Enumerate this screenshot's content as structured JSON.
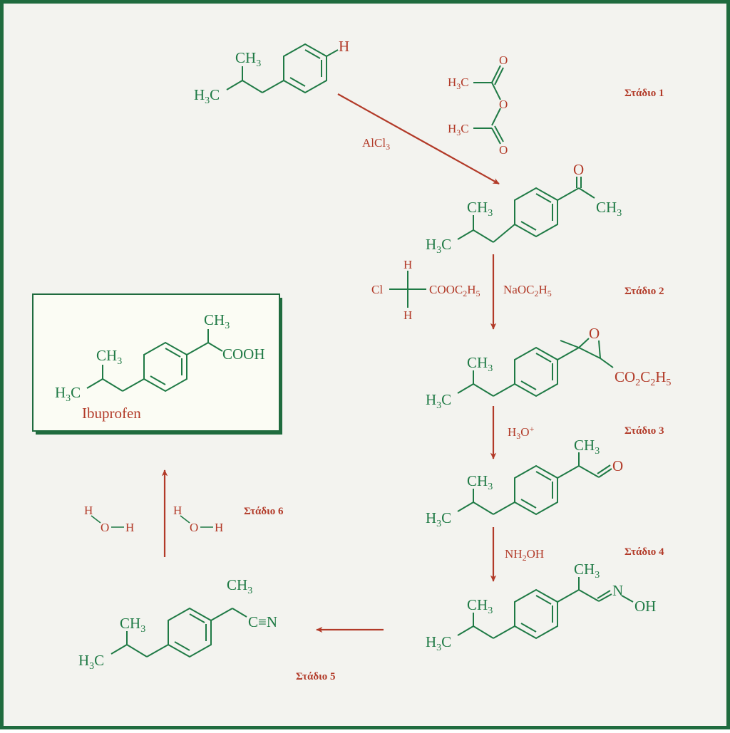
{
  "colors": {
    "frame": "#1f6b3e",
    "molecule": "#1f7a45",
    "reagent": "#b23a28",
    "arrow": "#b23a28",
    "background": "#f3f3ef",
    "box_fill": "#fbfcf4"
  },
  "stages": {
    "s1": "Στάδιο 1",
    "s2": "Στάδιο 2",
    "s3": "Στάδιο 3",
    "s4": "Στάδιο 4",
    "s5": "Στάδιο 5",
    "s6": "Στάδιο 6"
  },
  "reagents": {
    "alcl3": "AlCl",
    "alcl3_sub": "3",
    "anhydride": {
      "o": "O",
      "h": "H",
      "c": "C",
      "sub3": "3"
    },
    "chloroacetate": {
      "cl": "Cl",
      "h": "H",
      "cooc": "COOC",
      "sub2": "2",
      "h5": "H",
      "sub5": "5"
    },
    "naoet": {
      "naoc": "NaOC",
      "sub2": "2",
      "h": "H",
      "sub5": "5"
    },
    "h3o": {
      "h": "H",
      "sub3": "3",
      "o": "O",
      "plus": "+"
    },
    "nh2oh": {
      "nh": "NH",
      "sub2": "2",
      "oh": "OH"
    },
    "water": {
      "h": "H",
      "o": "O"
    }
  },
  "atoms": {
    "ch": "CH",
    "h": "H",
    "c": "C",
    "sub3": "3",
    "o": "O",
    "cooh": "COOH",
    "co2c2h5_co": "CO",
    "sub2": "2",
    "sub5": "5",
    "nitrile_c": "C",
    "triple": "≡",
    "n": "N",
    "oh": "OH"
  },
  "product": {
    "name": "Ibuprofen"
  }
}
